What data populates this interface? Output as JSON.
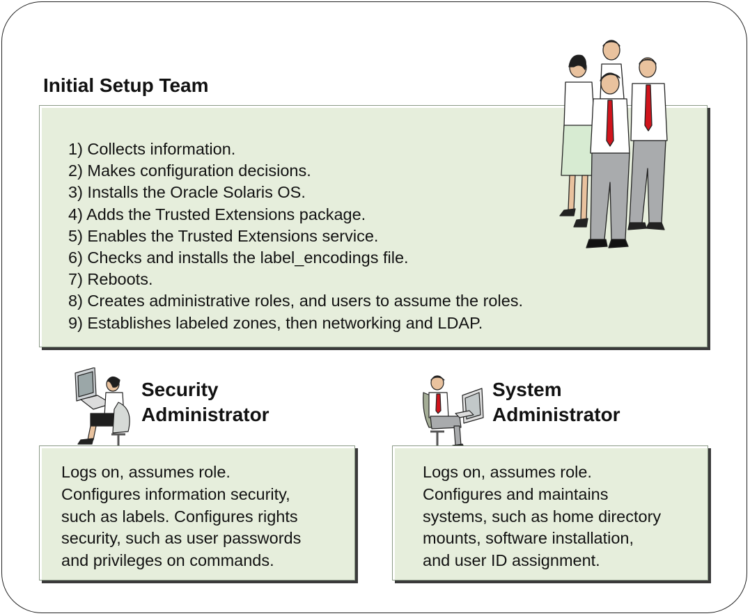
{
  "initial_setup": {
    "title": "Initial Setup Team",
    "steps": [
      "1) Collects information.",
      "2) Makes configuration decisions.",
      "3) Installs the Oracle Solaris OS.",
      "4) Adds the Trusted Extensions package.",
      "5) Enables the Trusted Extensions service.",
      "6) Checks and installs the label_encodings file.",
      "7) Reboots.",
      "8) Creates administrative roles, and users to assume the roles.",
      "9) Establishes labeled zones, then networking and LDAP."
    ],
    "illustration_icon": "team-of-four-people-icon"
  },
  "security_admin": {
    "title_line1": "Security",
    "title_line2": "Administrator",
    "lines": [
      "Logs on, assumes role.",
      "Configures information security,",
      "such as labels. Configures rights",
      "security, such as user passwords",
      "and privileges on commands."
    ],
    "illustration_icon": "woman-at-computer-icon"
  },
  "system_admin": {
    "title_line1": "System",
    "title_line2": "Administrator",
    "lines": [
      "Logs on, assumes role.",
      "Configures and maintains",
      "systems, such as home directory",
      "mounts, software installation,",
      "and user ID assignment."
    ],
    "illustration_icon": "man-at-computer-icon"
  },
  "colors": {
    "panel_fill": "#e6eedc",
    "tie_red": "#d0141c",
    "frame_stroke": "#222222"
  }
}
